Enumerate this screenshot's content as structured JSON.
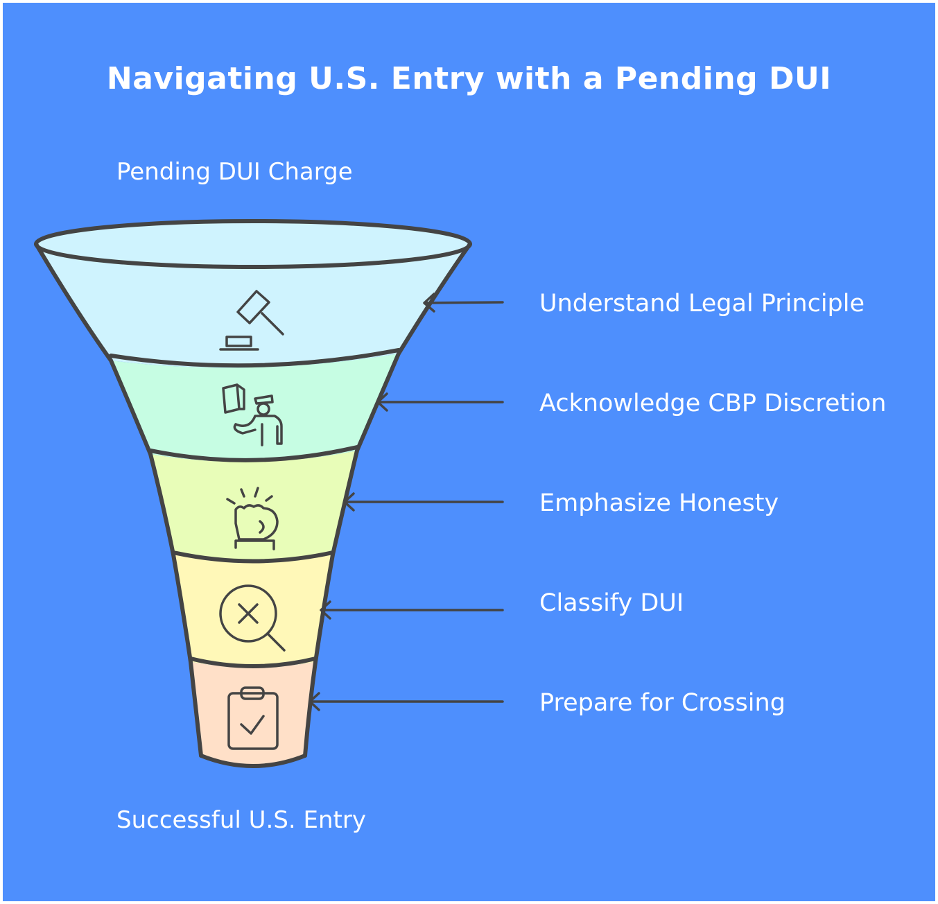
{
  "title": "Navigating U.S. Entry with a Pending DUI",
  "top_label": "Pending DUI Charge",
  "bottom_label": "Successful U.S. Entry",
  "steps": [
    {
      "label": "Understand Legal Principle",
      "icon": "gavel-icon",
      "color": "#cff3fe"
    },
    {
      "label": "Acknowledge CBP Discretion",
      "icon": "officer-icon",
      "color": "#c6fde3"
    },
    {
      "label": "Emphasize Honesty",
      "icon": "raised-fist-icon",
      "color": "#e8fdb8"
    },
    {
      "label": "Classify DUI",
      "icon": "magnifier-x-icon",
      "color": "#fff8b8"
    },
    {
      "label": "Prepare for Crossing",
      "icon": "clipboard-check-icon",
      "color": "#ffe0c8"
    }
  ],
  "colors": {
    "background": "#4e8ffd",
    "stroke": "#444444",
    "text": "#ffffff"
  }
}
